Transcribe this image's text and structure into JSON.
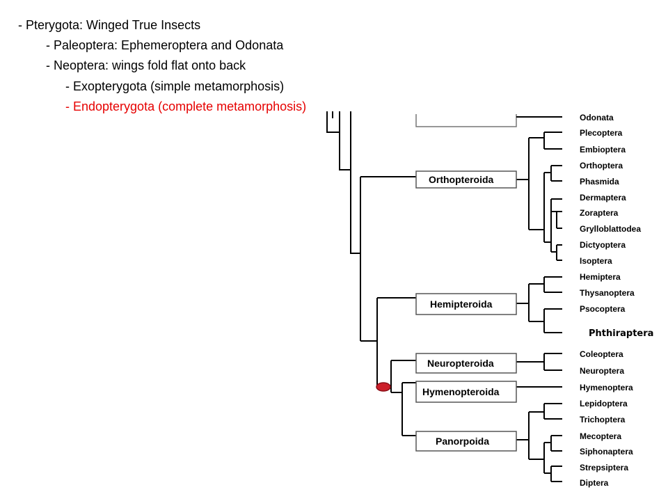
{
  "outline": {
    "pterygota": "- Pterygota: Winged True Insects",
    "paleoptera": "- Paleoptera: Ephemeroptera and Odonata",
    "neoptera": "- Neoptera: wings fold flat onto back",
    "exopterygota": "- Exopterygota (simple metamorphosis)",
    "endopterygota": "- Endopterygota (complete metamorphosis)"
  },
  "tree": {
    "groups": {
      "orthopteroida": "Orthopteroida",
      "hemipteroida": "Hemipteroida",
      "neuropteroida": "Neuropteroida",
      "hymenopteroida": "Hymenopteroida",
      "panorpoida": "Panorpoida"
    },
    "leaves": {
      "odonata": "Odonata",
      "plecoptera": "Plecoptera",
      "embioptera": "Embioptera",
      "orthoptera": "Orthoptera",
      "phasmida": "Phasmida",
      "dermaptera": "Dermaptera",
      "zoraptera": "Zoraptera",
      "grylloblattodea": "Grylloblattodea",
      "dictyoptera": "Dictyoptera",
      "isoptera": "Isoptera",
      "hemiptera": "Hemiptera",
      "thysanoptera": "Thysanoptera",
      "psocoptera": "Psocoptera",
      "phthiraptera": "Phthiraptera",
      "coleoptera": "Coleoptera",
      "neuroptera": "Neuroptera",
      "hymenoptera": "Hymenoptera",
      "lepidoptera": "Lepidoptera",
      "trichoptera": "Trichoptera",
      "mecoptera": "Mecoptera",
      "siphonaptera": "Siphonaptera",
      "strepsiptera": "Strepsiptera",
      "diptera": "Diptera"
    },
    "colors": {
      "highlight_node": "#cc1f2a",
      "highlight_text": "#e60000"
    }
  }
}
